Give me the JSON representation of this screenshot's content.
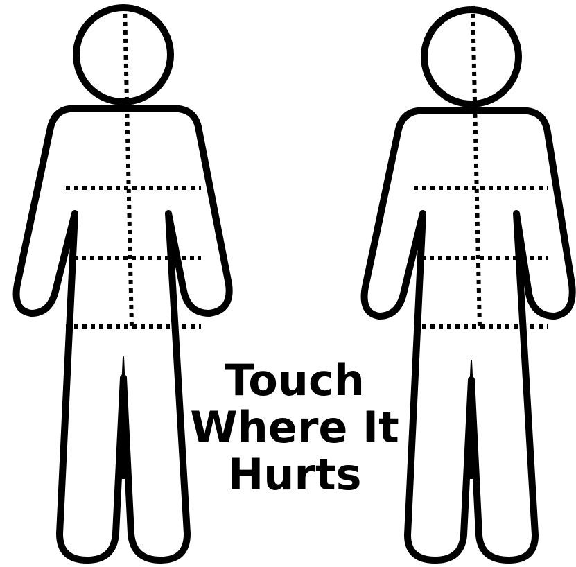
{
  "caption": {
    "lines": [
      "Touch",
      "Where It",
      "Hurts"
    ]
  },
  "colors": {
    "ink": "#000000",
    "background": "#ffffff"
  },
  "figures": [
    {
      "id": "left-figure"
    },
    {
      "id": "right-figure"
    }
  ]
}
